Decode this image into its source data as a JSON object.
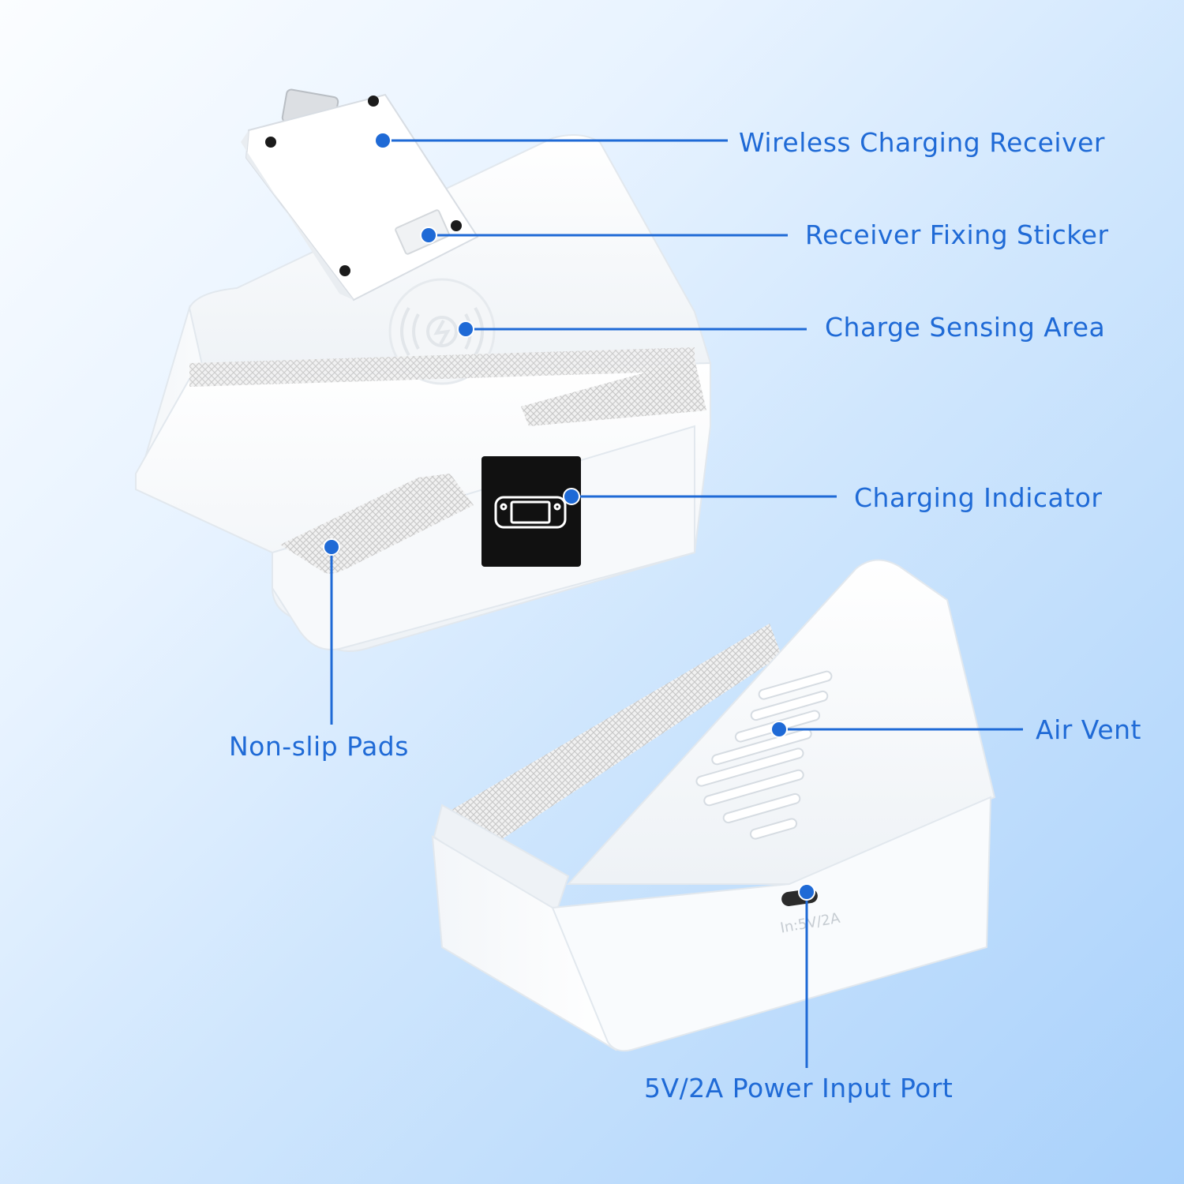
{
  "theme": {
    "accent": "#1f6ad6",
    "label_color": "#1f6ad6",
    "background_top": "#fbfdff",
    "background_bottom": "#a9d1fb",
    "dock_white": "#ffffff",
    "indicator_black": "#111111"
  },
  "dock_back_print": "In:5V/2A",
  "callouts": [
    {
      "id": "wireless-charging-receiver",
      "label": "Wireless Charging Receiver"
    },
    {
      "id": "receiver-fixing-sticker",
      "label": "Receiver Fixing Sticker"
    },
    {
      "id": "charge-sensing-area",
      "label": "Charge Sensing Area"
    },
    {
      "id": "charging-indicator",
      "label": "Charging Indicator"
    },
    {
      "id": "non-slip-pads",
      "label": "Non-slip Pads"
    },
    {
      "id": "air-vent",
      "label": "Air Vent"
    },
    {
      "id": "power-input-port",
      "label": "5V/2A Power Input Port"
    }
  ]
}
